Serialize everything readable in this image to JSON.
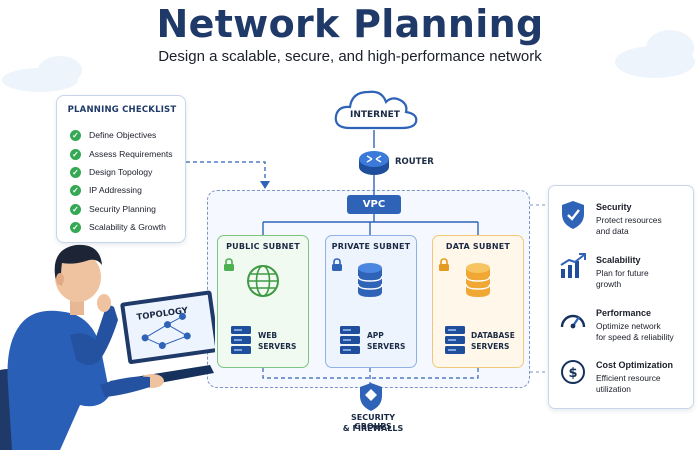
{
  "header": {
    "title": "Network Planning",
    "subtitle": "Design a scalable, secure, and high-performance network"
  },
  "checklist": {
    "title": "PLANNING CHECKLIST",
    "items": [
      "Define Objectives",
      "Assess Requirements",
      "Design Topology",
      "IP Addressing",
      "Security Planning",
      "Scalability & Growth"
    ]
  },
  "diagram": {
    "internet_label": "INTERNET",
    "router_label": "ROUTER",
    "vpc_label": "VPC",
    "subnets": [
      {
        "title": "PUBLIC SUBNET",
        "server_line1": "WEB",
        "server_line2": "SERVERS",
        "icon": "globe-icon",
        "color": "#4caf50"
      },
      {
        "title": "PRIVATE SUBNET",
        "server_line1": "APP",
        "server_line2": "SERVERS",
        "icon": "database-icon",
        "color": "#2f63b8"
      },
      {
        "title": "DATA SUBNET",
        "server_line1": "DATABASE",
        "server_line2": "SERVERS",
        "icon": "database-icon",
        "color": "#f0a733"
      }
    ],
    "security_label_line1": "SECURITY GROUPS",
    "security_label_line2": "& FIREWALLS"
  },
  "laptop": {
    "screen_label": "TOPOLOGY"
  },
  "benefits": [
    {
      "title": "Security",
      "desc_line1": "Protect resources",
      "desc_line2": "and data",
      "icon": "shield-icon"
    },
    {
      "title": "Scalability",
      "desc_line1": "Plan for future",
      "desc_line2": "growth",
      "icon": "growth-chart-icon"
    },
    {
      "title": "Performance",
      "desc_line1": "Optimize network",
      "desc_line2": "for speed & reliability",
      "icon": "gauge-icon"
    },
    {
      "title": "Cost Optimization",
      "desc_line1": "Efficient resource",
      "desc_line2": "utilization",
      "icon": "dollar-icon"
    }
  ],
  "colors": {
    "title": "#1f3a68",
    "accent_blue": "#2f63b8",
    "green": "#4caf50",
    "orange": "#f0a733",
    "check": "#34a853"
  }
}
